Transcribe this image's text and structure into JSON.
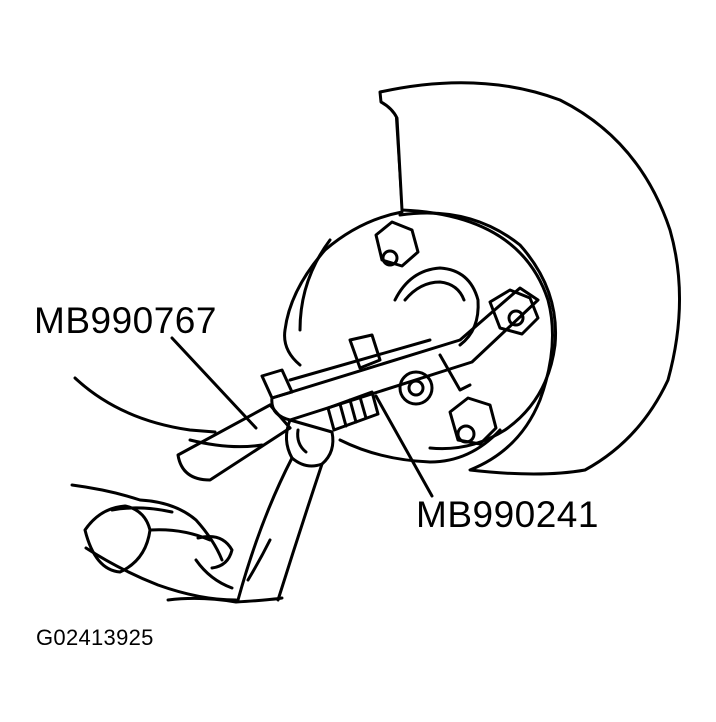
{
  "labels": {
    "tool_puller": "MB990767",
    "tool_remover": "MB990241"
  },
  "figure_id": "G02413925",
  "colors": {
    "line": "#000000",
    "background": "#ffffff"
  }
}
